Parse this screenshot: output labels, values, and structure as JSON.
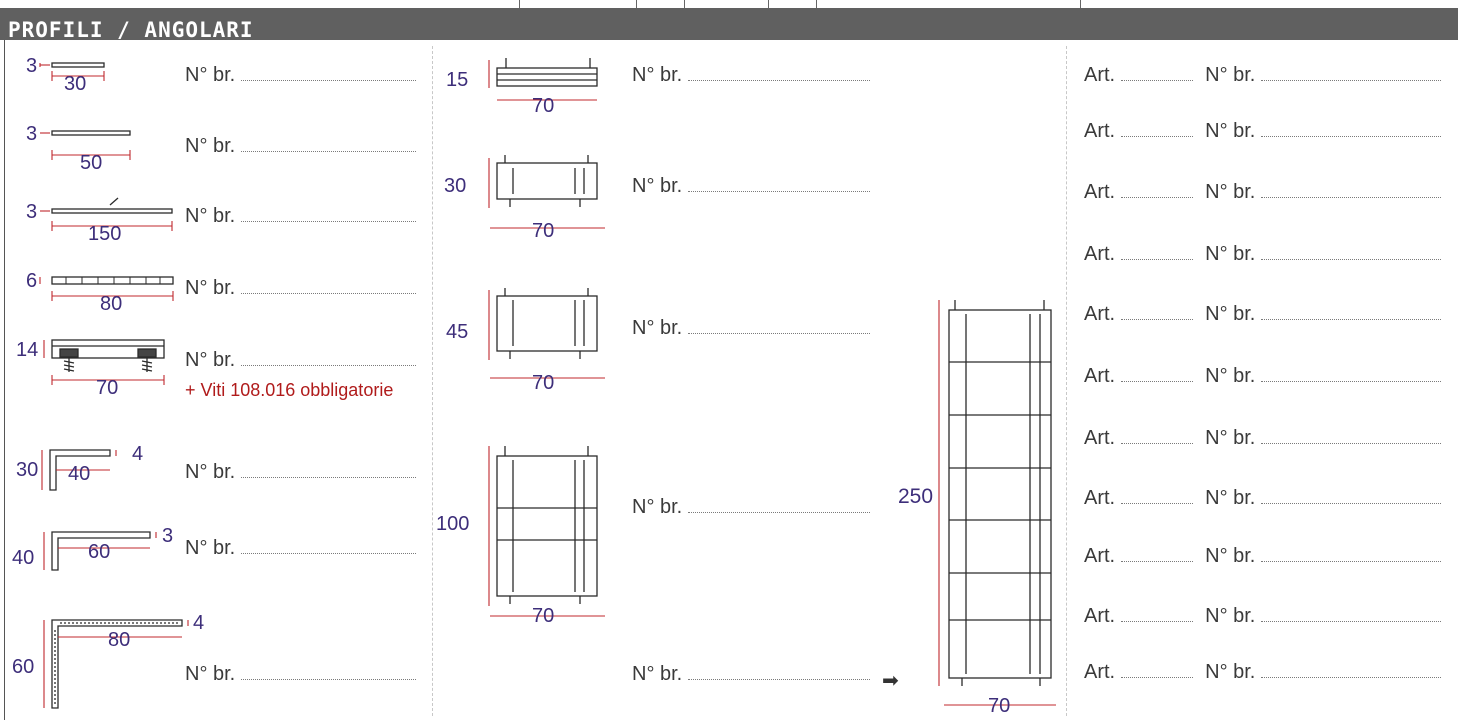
{
  "header": {
    "title": "PROFILI / ANGOLARI"
  },
  "labels": {
    "nbr": "N° br.",
    "art": "Art."
  },
  "colors": {
    "header_bg": "#606060",
    "dimension_text": "#3d2e7a",
    "dimension_line": "#c0282d",
    "note_text": "#b01b1b"
  },
  "left_profiles": [
    {
      "thickness": "3",
      "width": "30"
    },
    {
      "thickness": "3",
      "width": "50"
    },
    {
      "thickness": "3",
      "width": "150"
    },
    {
      "thickness": "6",
      "width": "80"
    },
    {
      "thickness": "14",
      "width": "70",
      "note": "+ Viti 108.016 obbligatorie"
    }
  ],
  "angles": [
    {
      "height": "30",
      "width": "40",
      "thickness": "4"
    },
    {
      "height": "40",
      "width": "60",
      "thickness": "3"
    },
    {
      "height": "60",
      "width": "80",
      "thickness": "4"
    }
  ],
  "mid_profiles": [
    {
      "height": "15",
      "width": "70"
    },
    {
      "height": "30",
      "width": "70"
    },
    {
      "height": "45",
      "width": "70"
    },
    {
      "height": "100",
      "width": "70"
    }
  ],
  "tall_profile": {
    "height": "250",
    "width": "70"
  },
  "art_rows_count_note": "11 rows of Art. / N° br."
}
